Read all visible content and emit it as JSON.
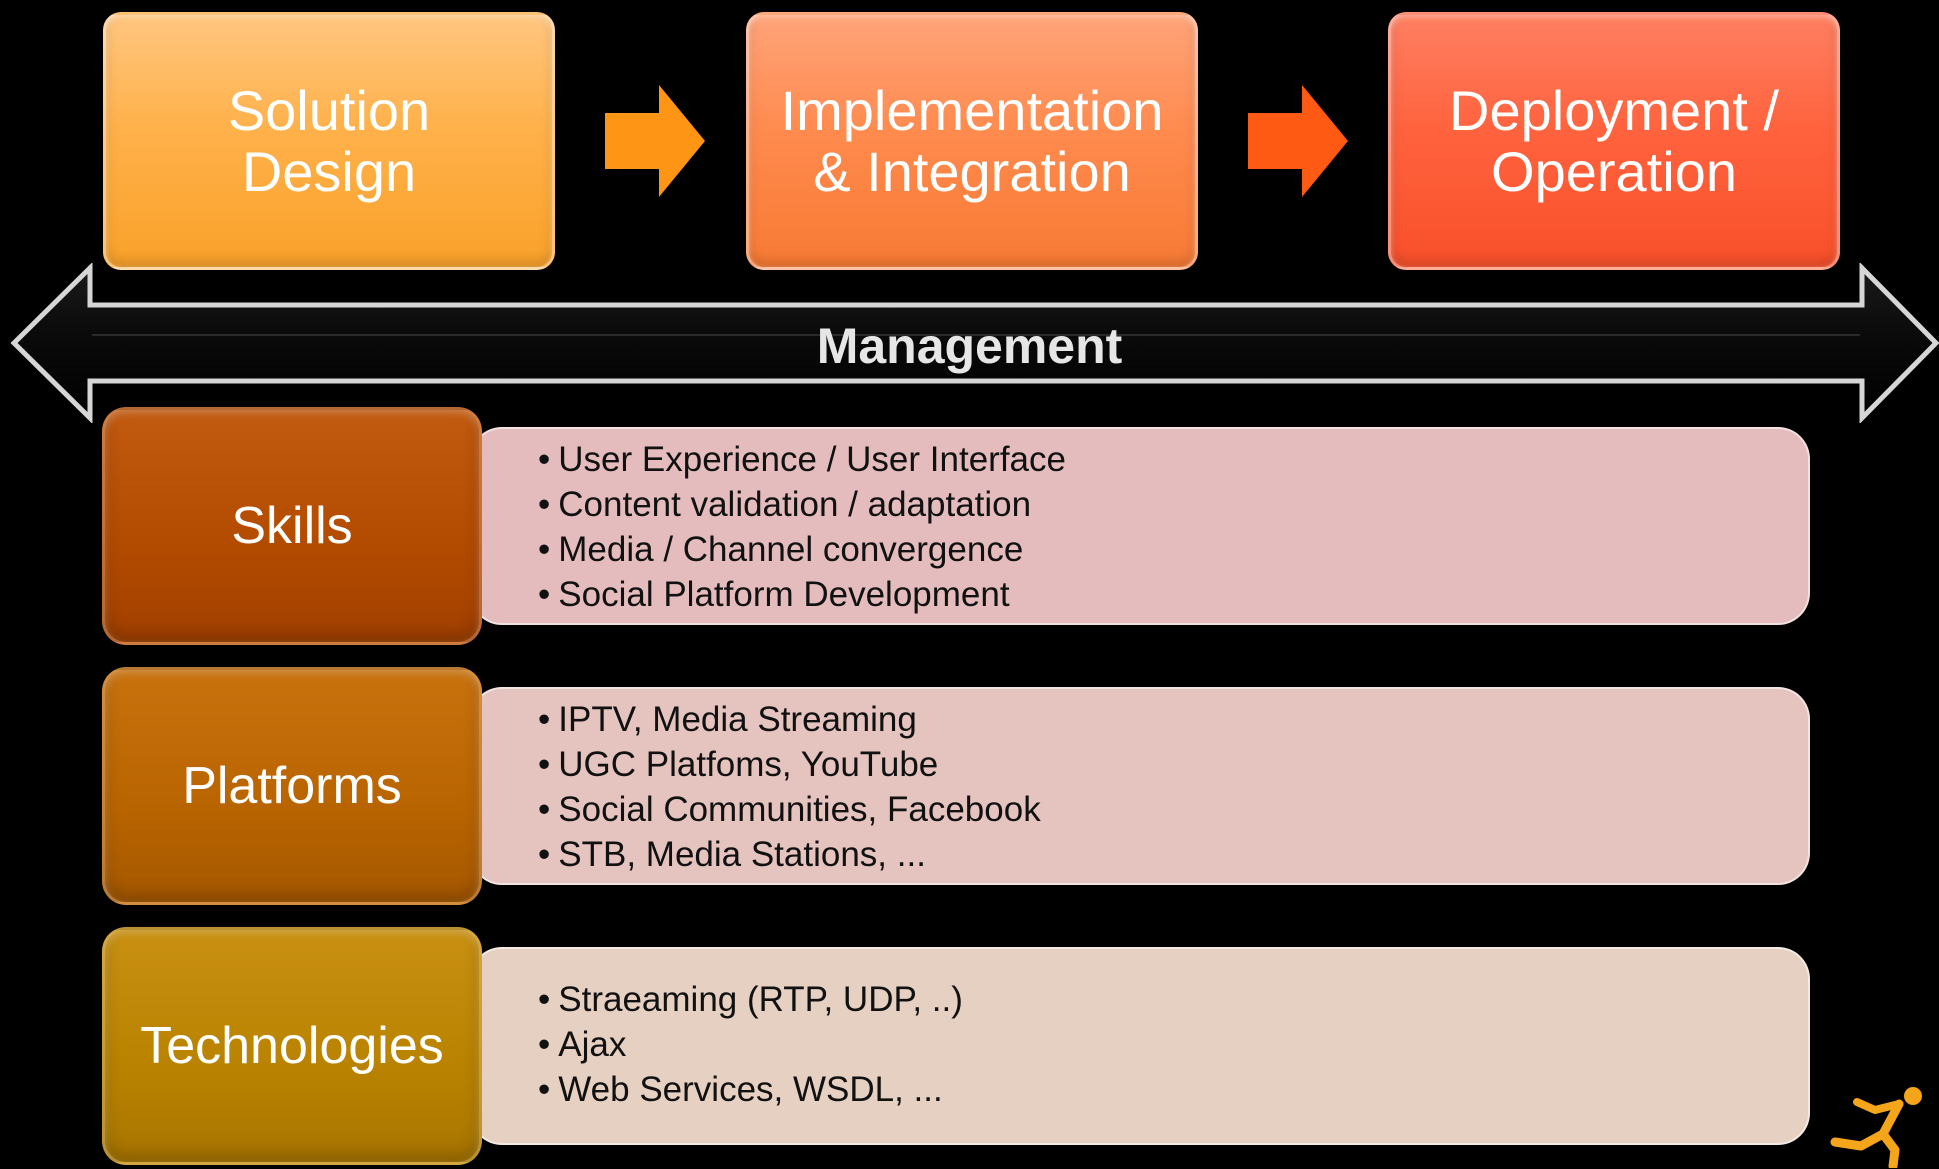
{
  "phases": [
    {
      "label": "Solution\nDesign",
      "color": "#ffb14a"
    },
    {
      "label": "Implementation\n& Integration",
      "color": "#ff8b4f"
    },
    {
      "label": "Deployment /\nOperation",
      "color": "#ff633e"
    }
  ],
  "arrow_colors": [
    "#ff9514",
    "#ff5a14"
  ],
  "management": {
    "label": "Management"
  },
  "categories": [
    {
      "label": "Skills",
      "color": "#b24a00",
      "items": [
        "User Experience / User Interface",
        "Content validation / adaptation",
        "Media / Channel convergence",
        "Social Platform Development"
      ]
    },
    {
      "label": "Platforms",
      "color": "#b86400",
      "items": [
        "IPTV, Media Streaming",
        "UGC Platfoms, YouTube",
        "Social Communities, Facebook",
        "STB, Media Stations, ..."
      ]
    },
    {
      "label": "Technologies",
      "color": "#b98200",
      "items": [
        "Straeaming (RTP, UDP, ..)",
        "Ajax",
        "Web Services, WSDL, ..."
      ]
    }
  ]
}
